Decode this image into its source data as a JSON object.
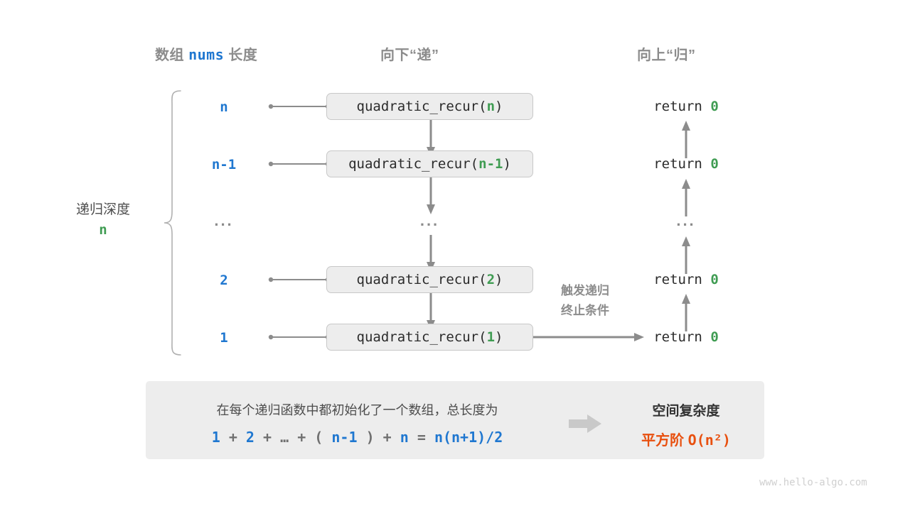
{
  "headers": {
    "left": {
      "prefix": "数组",
      "code": "nums",
      "suffix": "长度"
    },
    "middle": "向下“递”",
    "right": "向上“归”"
  },
  "depth": {
    "label": "递归深度",
    "value": "n"
  },
  "rows": [
    {
      "num": "n",
      "call_prefix": "quadratic_recur(",
      "arg": "n",
      "call_suffix": ")",
      "ret_label": "return",
      "ret_value": "0"
    },
    {
      "num": "n-1",
      "call_prefix": "quadratic_recur(",
      "arg": "n-1",
      "call_suffix": ")",
      "ret_label": "return",
      "ret_value": "0"
    },
    {
      "num": "...",
      "call_prefix": "...",
      "arg": "",
      "call_suffix": "",
      "ret_label": "...",
      "ret_value": ""
    },
    {
      "num": "2",
      "call_prefix": "quadratic_recur(",
      "arg": "2",
      "call_suffix": ")",
      "ret_label": "return",
      "ret_value": "0"
    },
    {
      "num": "1",
      "call_prefix": "quadratic_recur(",
      "arg": "1",
      "call_suffix": ")",
      "ret_label": "return",
      "ret_value": "0"
    }
  ],
  "annotation": {
    "line1": "触发递归",
    "line2": "终止条件"
  },
  "summary": {
    "text": "在每个递归函数中都初始化了一个数组，总长度为",
    "formula_parts": [
      {
        "t": "1",
        "k": "b"
      },
      {
        "t": "+",
        "k": "op"
      },
      {
        "t": "2",
        "k": "b"
      },
      {
        "t": "+",
        "k": "op"
      },
      {
        "t": "…",
        "k": "op"
      },
      {
        "t": "+",
        "k": "op"
      },
      {
        "t": "(",
        "k": "op"
      },
      {
        "t": "n-1",
        "k": "b"
      },
      {
        "t": ")",
        "k": "op"
      },
      {
        "t": "+",
        "k": "op"
      },
      {
        "t": "n",
        "k": "b"
      },
      {
        "t": "=",
        "k": "op"
      },
      {
        "t": "n(n+1)/2",
        "k": "b"
      }
    ],
    "complexity_title": "空间复杂度",
    "complexity_prefix": "平方阶",
    "complexity_value": "O(n²)"
  },
  "watermark": "www.hello-algo.com",
  "colors": {
    "blue": "#1f77d0",
    "green": "#3f9c52",
    "orange": "#e8500f",
    "gray": "#8c8c8c",
    "box_fill": "#ededed",
    "box_border": "#c8c8c8",
    "arrow": "#8c8c8c"
  }
}
